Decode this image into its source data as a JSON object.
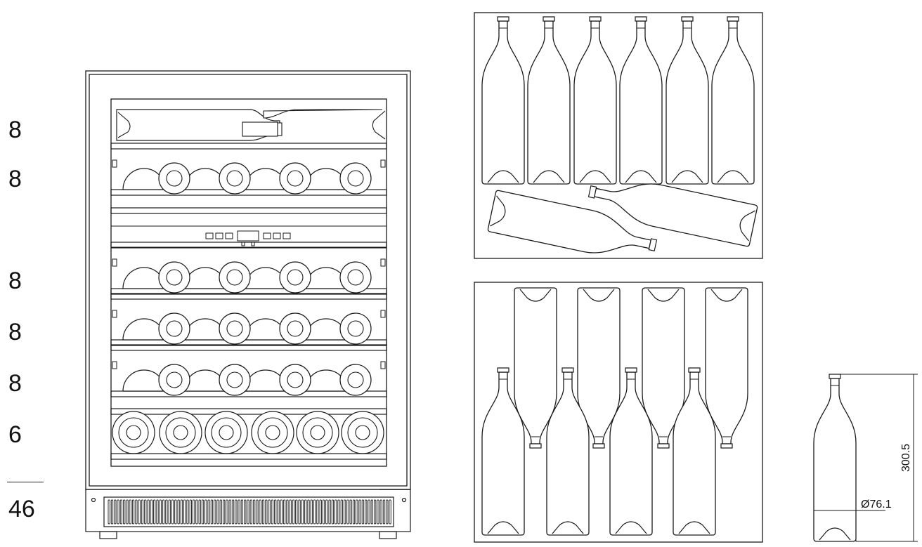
{
  "capacity_labels": {
    "shelf_counts": [
      "8",
      "8",
      "8",
      "8",
      "8",
      "6"
    ],
    "total": "46"
  },
  "bottle_dimensions": {
    "height": "300.5",
    "diameter": "Ø76.1"
  },
  "colors": {
    "line": "#1a1a1a",
    "background": "#ffffff"
  }
}
